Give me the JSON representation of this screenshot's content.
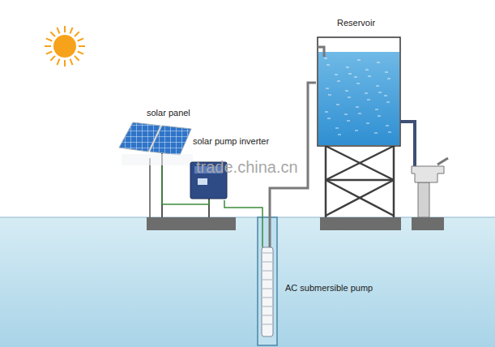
{
  "diagram": {
    "nodes": [
      {
        "text": [
          "solar panel"
        ]
      },
      {
        "text": [
          "solar pump inverter"
        ]
      },
      {
        "text": [
          "Reservoir"
        ]
      },
      {
        "text": [
          "AC submersible pump"
        ]
      }
    ],
    "edges": [
      {
        "from": 0,
        "to": 1,
        "arrow": "none"
      },
      {
        "from": 1,
        "to": 3,
        "arrow": "none"
      },
      {
        "from": 3,
        "to": 2,
        "arrow": "none"
      }
    ],
    "labels": [
      "trade.china.cn"
    ]
  }
}
